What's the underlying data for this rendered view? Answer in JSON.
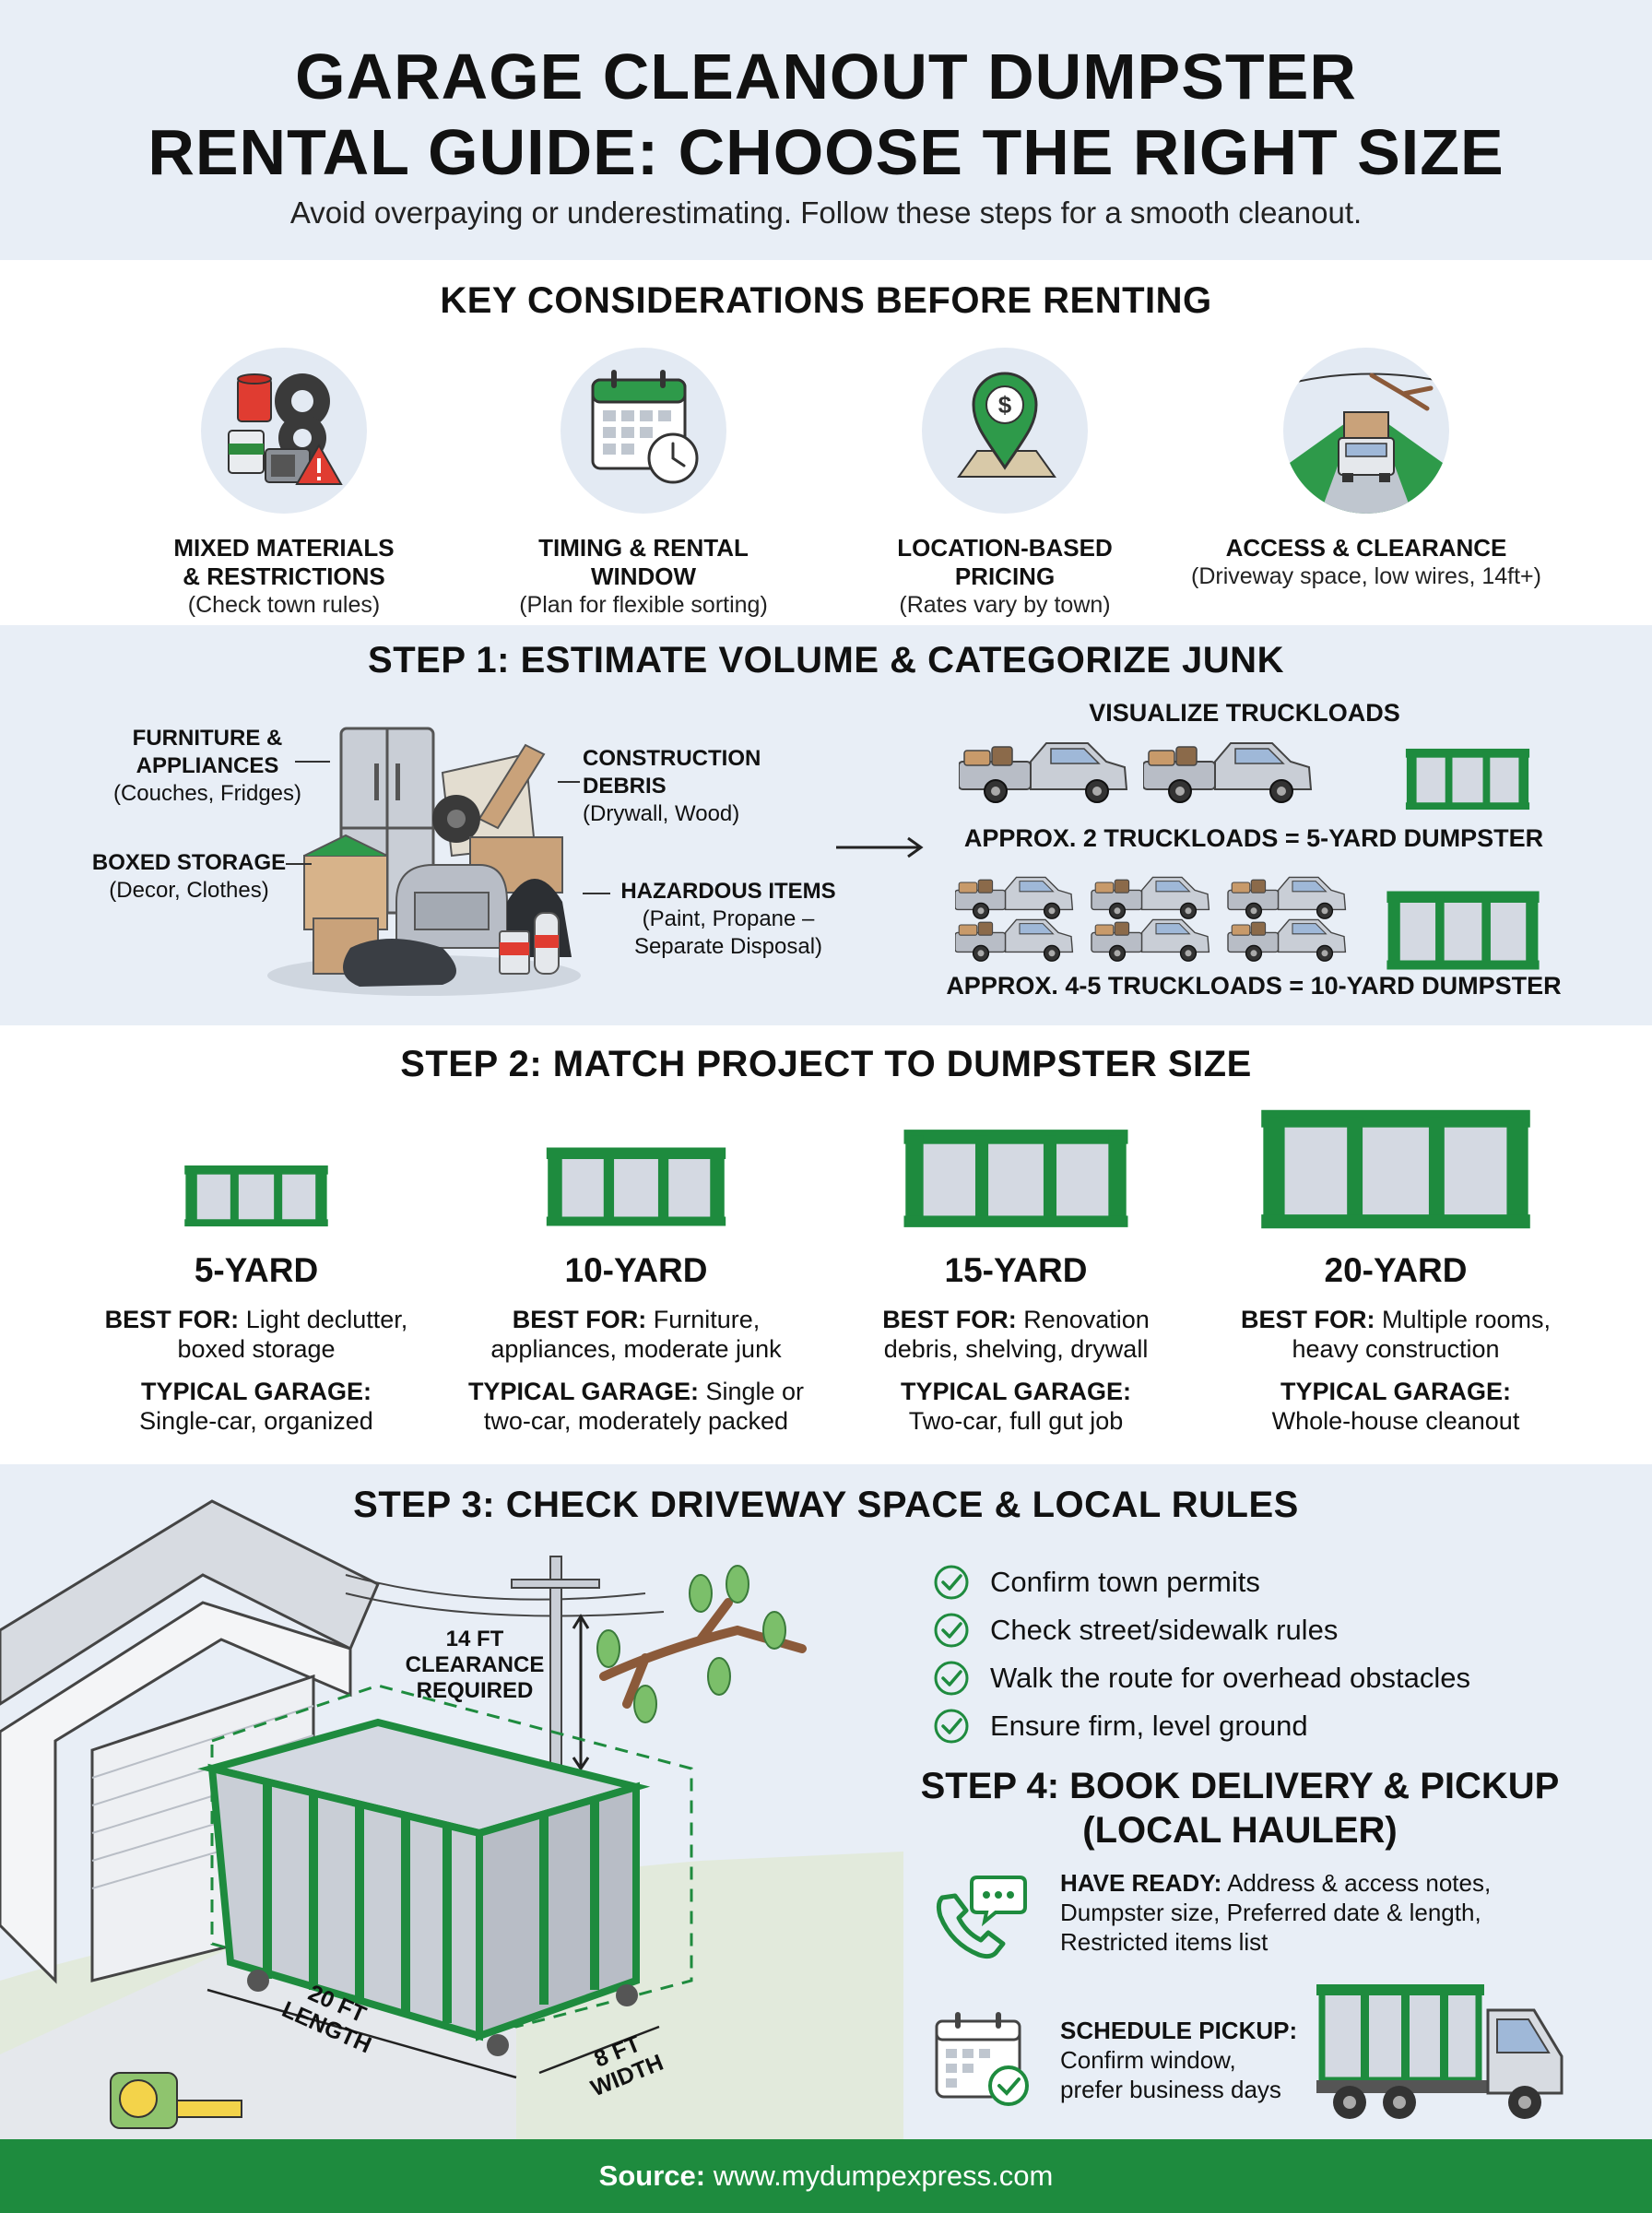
{
  "header": {
    "title_line1": "GARAGE CLEANOUT DUMPSTER",
    "title_line2": "RENTAL GUIDE: CHOOSE THE RIGHT SIZE",
    "subtitle": "Avoid overpaying or underestimating. Follow these steps for a smooth cleanout."
  },
  "key_considerations": {
    "title": "KEY CONSIDERATIONS BEFORE RENTING",
    "items": [
      {
        "label_line1": "MIXED MATERIALS",
        "label_line2": "& RESTRICTIONS",
        "note": "(Check town rules)",
        "icon": "mixed-materials-icon"
      },
      {
        "label_line1": "TIMING & RENTAL",
        "label_line2": "WINDOW",
        "note": "(Plan for flexible sorting)",
        "icon": "calendar-clock-icon"
      },
      {
        "label_line1": "LOCATION-BASED",
        "label_line2": "PRICING",
        "note": "(Rates vary by town)",
        "icon": "location-pin-dollar-icon"
      },
      {
        "label_line1": "ACCESS & CLEARANCE",
        "label_line2": "",
        "note": "(Driveway space, low wires, 14ft+)",
        "icon": "truck-road-icon"
      }
    ]
  },
  "step1": {
    "title": "STEP 1: ESTIMATE VOLUME & CATEGORIZE JUNK",
    "labels": {
      "furniture_title_1": "FURNITURE &",
      "furniture_title_2": "APPLIANCES",
      "furniture_note": "(Couches, Fridges)",
      "boxed_title": "BOXED STORAGE",
      "boxed_note": "(Decor, Clothes)",
      "construction_title_1": "CONSTRUCTION",
      "construction_title_2": "DEBRIS",
      "construction_note": "(Drywall, Wood)",
      "hazardous_title": "HAZARDOUS ITEMS",
      "hazardous_note_1": "(Paint, Propane –",
      "hazardous_note_2": "Separate Disposal)"
    },
    "visualize_title": "VISUALIZE TRUCKLOADS",
    "equation_1": "APPROX. 2 TRUCKLOADS = 5-YARD DUMPSTER",
    "equation_2": "APPROX. 4-5 TRUCKLOADS = 10-YARD DUMPSTER"
  },
  "step2": {
    "title": "STEP 2: MATCH PROJECT TO DUMPSTER SIZE",
    "best_for_label": "BEST FOR:",
    "typical_label": "TYPICAL GARAGE:",
    "sizes": [
      {
        "name": "5-YARD",
        "best_1": "Light declutter,",
        "best_2": "boxed storage",
        "typ_1": "",
        "typ_2": "Single-car, organized"
      },
      {
        "name": "10-YARD",
        "best_1": "Furniture,",
        "best_2": "appliances, moderate junk",
        "typ_1": "Single or",
        "typ_2": "two-car, moderately packed"
      },
      {
        "name": "15-YARD",
        "best_1": "Renovation",
        "best_2": "debris, shelving, drywall",
        "typ_1": "",
        "typ_2": "Two-car, full gut job"
      },
      {
        "name": "20-YARD",
        "best_1": "Multiple rooms,",
        "best_2": "heavy construction",
        "typ_1": "",
        "typ_2": "Whole-house cleanout"
      }
    ]
  },
  "step3": {
    "title": "STEP 3: CHECK DRIVEWAY SPACE & LOCAL RULES",
    "clearance_1": "14 FT",
    "clearance_2": "CLEARANCE",
    "clearance_3": "REQUIRED",
    "length_1": "20 FT",
    "length_2": "LENGTH",
    "width_1": "8 FT",
    "width_2": "WIDTH",
    "checklist": [
      "Confirm town permits",
      "Check street/sidewalk rules",
      "Walk the route for overhead obstacles",
      "Ensure firm, level ground"
    ]
  },
  "step4": {
    "title_1": "STEP 4: BOOK DELIVERY & PICKUP",
    "title_2": "(LOCAL HAULER)",
    "have_ready_label": "HAVE READY:",
    "have_ready_1": "Address & access notes,",
    "have_ready_2": "Dumpster size, Preferred date & length,",
    "have_ready_3": "Restricted items list",
    "schedule_label": "SCHEDULE PICKUP:",
    "schedule_1": "Confirm window,",
    "schedule_2": "prefer business days"
  },
  "footer": {
    "source_label": "Source:",
    "source_url": "www.mydumpexpress.com"
  },
  "colors": {
    "green": "#1e8b3e",
    "light_blue_bg": "#e8eef6",
    "dumpster_gray": "#d4d9e2"
  }
}
